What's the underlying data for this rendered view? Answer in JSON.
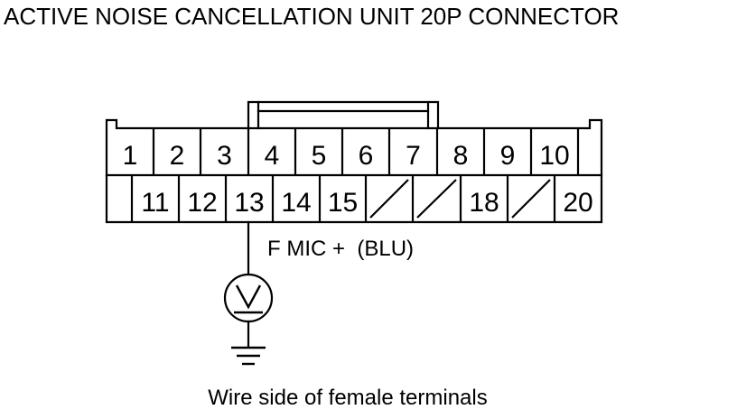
{
  "title": "ACTIVE NOISE CANCELLATION UNIT 20P CONNECTOR",
  "caption": "Wire side of female terminals",
  "wire_label": "F MIC +  (BLU)",
  "row1": [
    "1",
    "2",
    "3",
    "4",
    "5",
    "6",
    "7",
    "8",
    "9",
    "10",
    ""
  ],
  "row2": [
    "",
    "11",
    "12",
    "13",
    "14",
    "15",
    "/",
    "/",
    "18",
    "/",
    "20"
  ],
  "probe_terminal": "13",
  "meter_icon": "voltmeter-icon",
  "ground_icon": "ground-icon"
}
